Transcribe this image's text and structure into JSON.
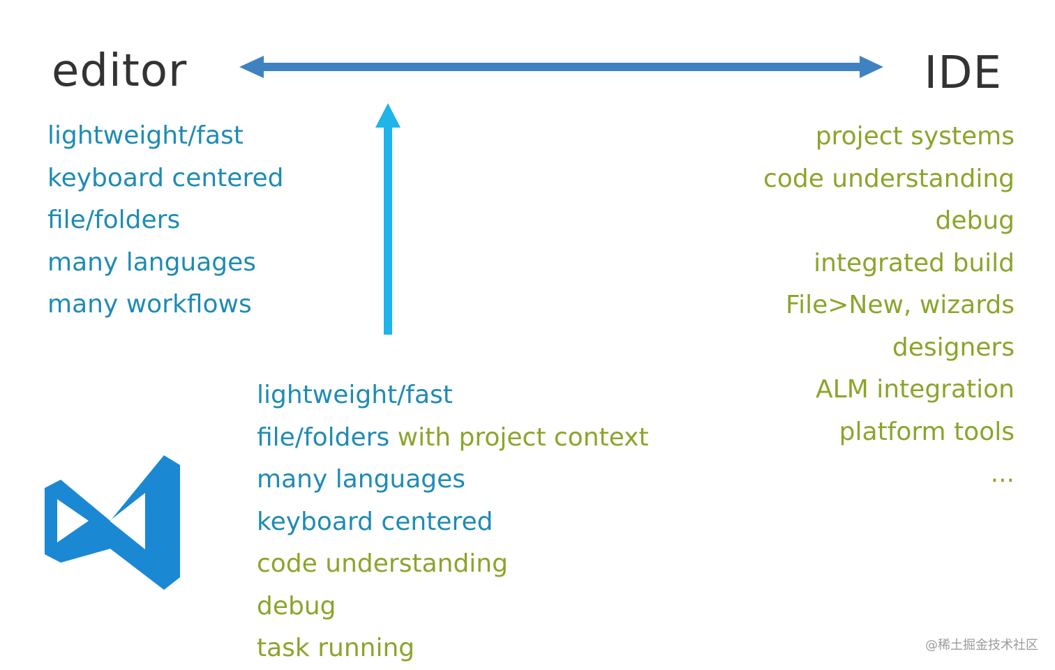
{
  "editor": {
    "title": "editor",
    "items": [
      {
        "text": "lightweight/fast",
        "color": "#1e8bb5"
      },
      {
        "text": "keyboard centered",
        "color": "#1e8bb5"
      },
      {
        "text": "file/folders",
        "color": "#1e8bb5"
      },
      {
        "text": "many languages",
        "color": "#1e8bb5"
      },
      {
        "text": "many workflows",
        "color": "#1e8bb5"
      }
    ]
  },
  "ide": {
    "title": "IDE",
    "items": [
      {
        "text": "project systems",
        "color": "#8aa52a"
      },
      {
        "text": "code understanding",
        "color": "#8aa52a"
      },
      {
        "text": "debug",
        "color": "#8aa52a"
      },
      {
        "text": "integrated build",
        "color": "#8aa52a"
      },
      {
        "text": "File>New, wizards",
        "color": "#8aa52a"
      },
      {
        "text": "designers",
        "color": "#8aa52a"
      },
      {
        "text": "ALM integration",
        "color": "#8aa52a"
      },
      {
        "text": "platform tools",
        "color": "#8aa52a"
      },
      {
        "text": "...",
        "color": "#8aa52a"
      }
    ]
  },
  "vscode": {
    "logo_icon": "vscode-logo-icon",
    "items": [
      {
        "text": "lightweight/fast",
        "color": "#1e8bb5"
      },
      {
        "parts": [
          {
            "text": "file/folders",
            "color": "#1e8bb5"
          },
          {
            "text": " with project context",
            "color": "#8aa52a"
          }
        ]
      },
      {
        "text": "many languages",
        "color": "#1e8bb5"
      },
      {
        "text": "keyboard centered",
        "color": "#1e8bb5"
      },
      {
        "text": "code understanding",
        "color": "#8aa52a"
      },
      {
        "text": "debug",
        "color": "#8aa52a"
      },
      {
        "text": "task running",
        "color": "#8aa52a"
      }
    ]
  },
  "colors": {
    "spectrum_arrow": "#3e82c2",
    "up_arrow": "#1fb4ea",
    "logo": "#1b88d4",
    "heading": "#333333",
    "editor_trait": "#1e8bb5",
    "ide_trait": "#8aa52a"
  },
  "watermark": "@稀土掘金技术社区"
}
